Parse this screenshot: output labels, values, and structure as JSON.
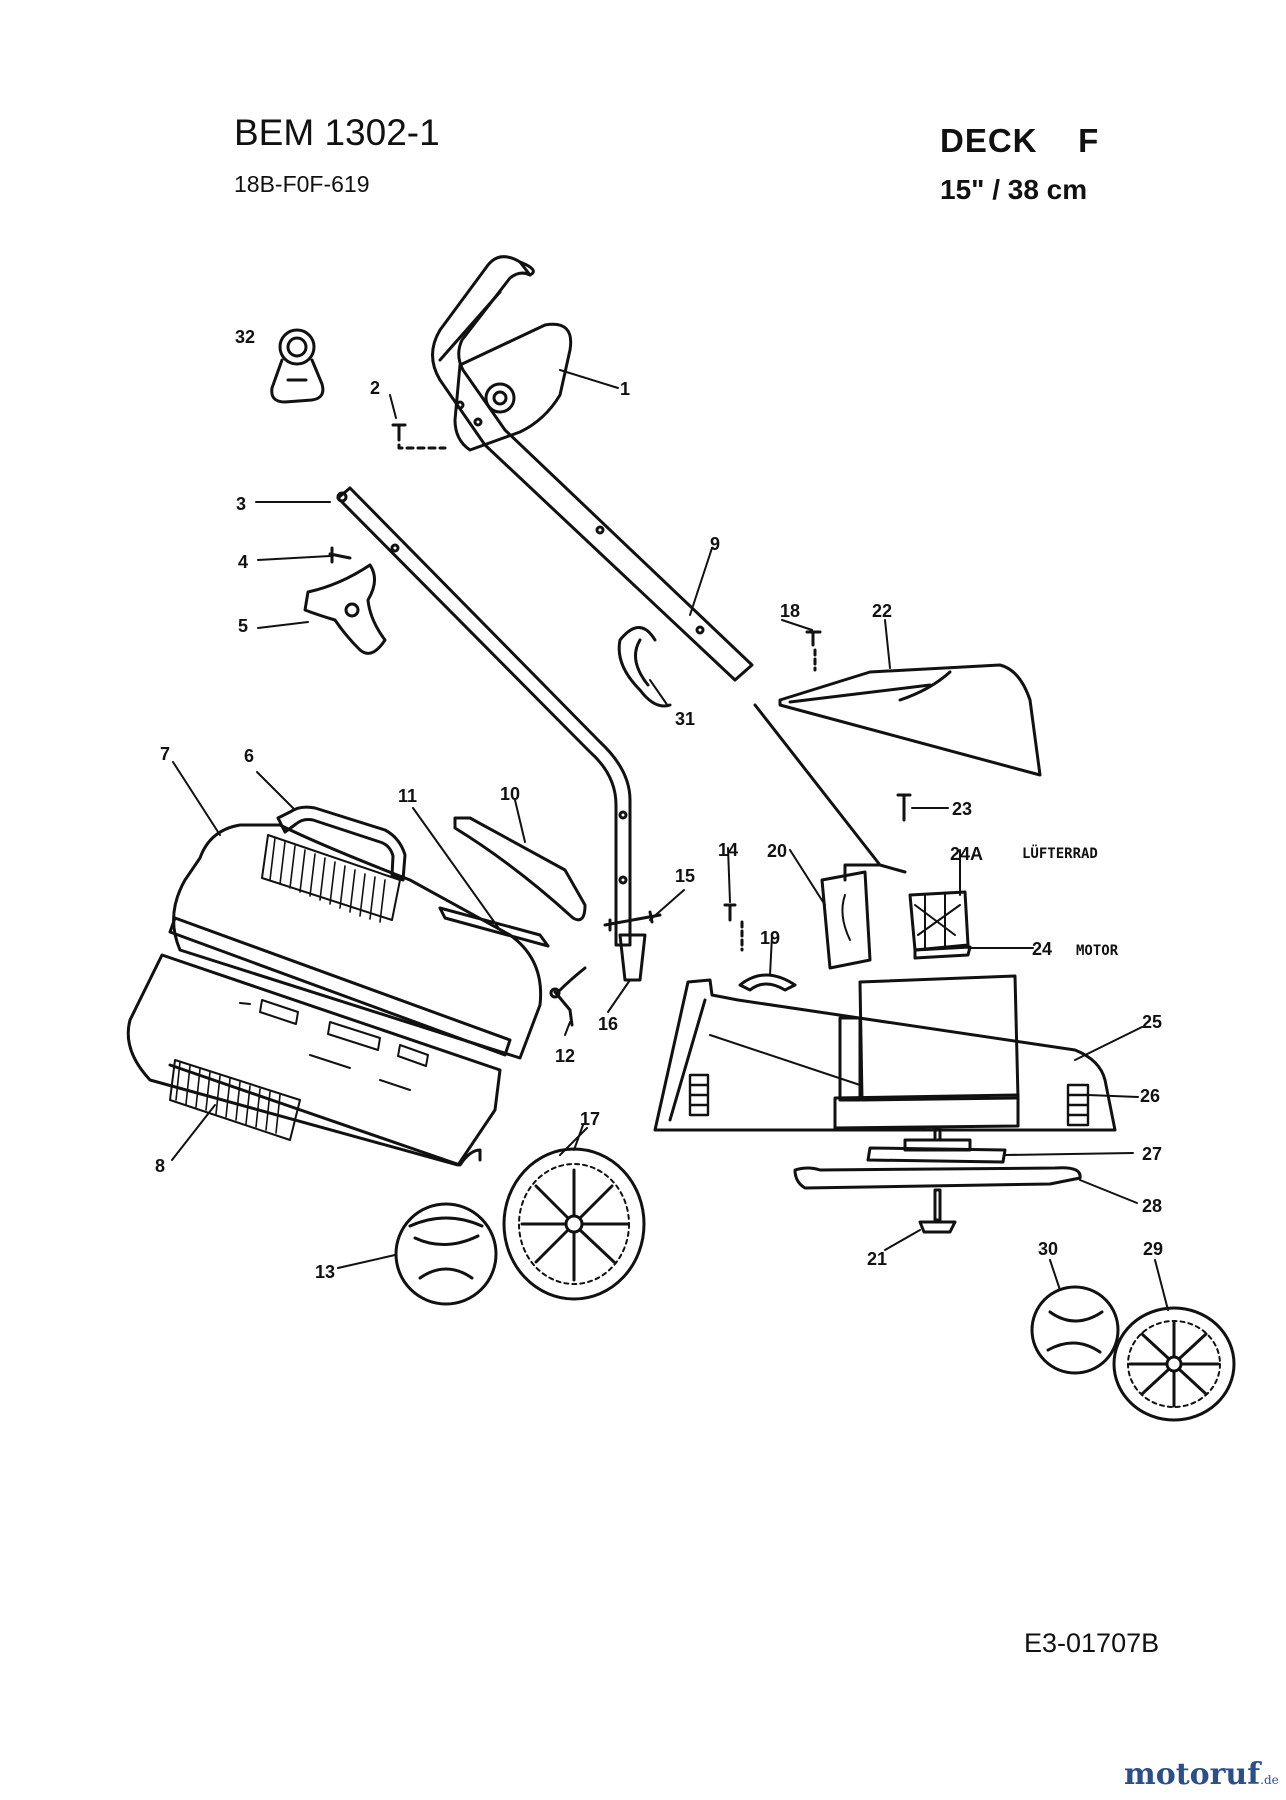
{
  "header": {
    "model": "BEM 1302-1",
    "part_number": "18B-F0F-619",
    "deck": "DECK    F",
    "deck_size": "15\" / 38 cm"
  },
  "footer": {
    "drawing_number": "E3-01707B",
    "brand_name": "motoruf",
    "brand_tld": ".de"
  },
  "part_labels": {
    "p1": "1",
    "p2": "2",
    "p3": "3",
    "p4": "4",
    "p5": "5",
    "p6": "6",
    "p7": "7",
    "p8": "8",
    "p9": "9",
    "p10": "10",
    "p11": "11",
    "p12": "12",
    "p13": "13",
    "p14": "14",
    "p15": "15",
    "p16": "16",
    "p17": "17",
    "p18": "18",
    "p19": "19",
    "p20": "20",
    "p21": "21",
    "p22": "22",
    "p23": "23",
    "p24": "24",
    "p24a": "24A",
    "p25": "25",
    "p26": "26",
    "p27": "27",
    "p28": "28",
    "p29": "29",
    "p30": "30",
    "p31": "31",
    "p32": "32"
  },
  "annotations": {
    "fan": "LÜFTERRAD",
    "motor": "MOTOR"
  }
}
